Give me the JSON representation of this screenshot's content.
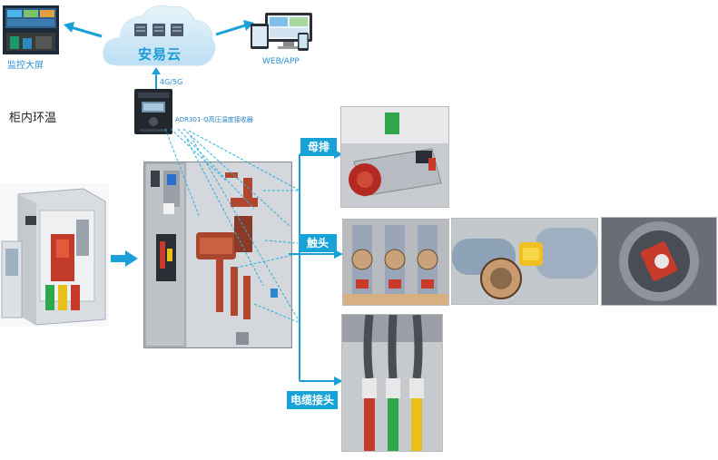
{
  "cloud": {
    "label": "安易云"
  },
  "monitor": {
    "label": "监控大屏"
  },
  "webapp": {
    "label": "WEB/APP"
  },
  "link": {
    "label": "4G/5G"
  },
  "receiver": {
    "label": "ADR301-Q高压温度接收器"
  },
  "section": {
    "title": "柜内环温"
  },
  "tags": {
    "busbar": "母排",
    "contact": "触头",
    "cable": "电缆接头"
  },
  "colors": {
    "accent": "#17a3d8",
    "arrow": "#1aa0d8",
    "dash": "#2ab0e0"
  }
}
